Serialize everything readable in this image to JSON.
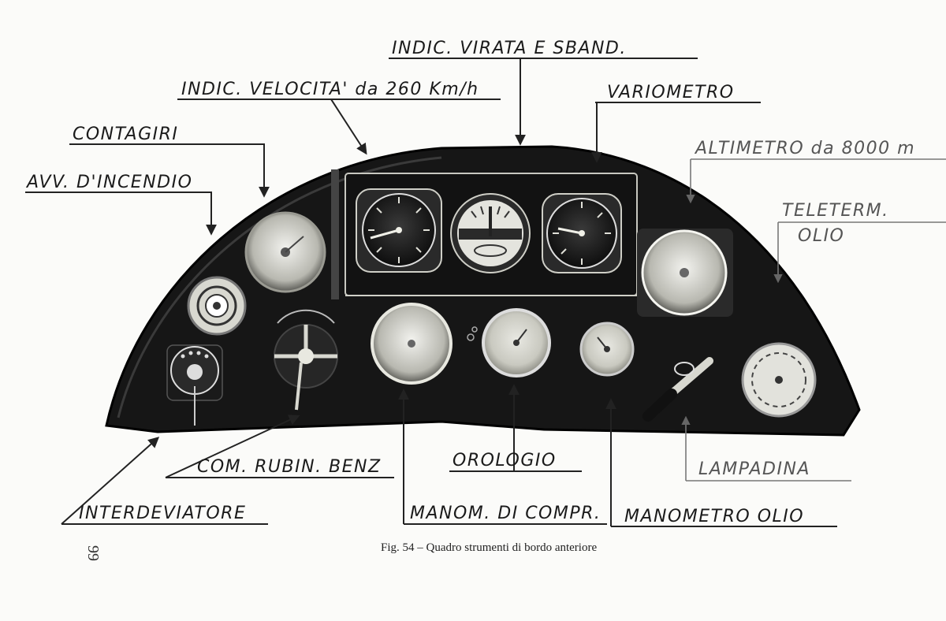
{
  "labels": {
    "indic_virata": "INDIC. VIRATA E SBAND.",
    "indic_velocita": "INDIC. VELOCITA' da 260 Km/h",
    "variometro": "VARIOMETRO",
    "contagiri": "CONTAGIRI",
    "altimetro": "ALTIMETRO da 8000 m",
    "avv_incendio": "AVV. D'INCENDIO",
    "teleterm": "TELETERM.",
    "teleterm_olio": "OLIO",
    "com_rubin": "COM. RUBIN. BENZ",
    "orologio": "OROLOGIO",
    "lampadina": "LAMPADINA",
    "interdeviatore": "INTERDEVIATORE",
    "manom_compr": "MANOM. DI COMPR.",
    "manometro_olio": "MANOMETRO OLIO"
  },
  "caption": "Fig. 54 – Quadro strumenti di bordo anteriore",
  "page_number": "99",
  "colors": {
    "panel": "#161616",
    "bezel": "#2c2c2c",
    "dial_face": "#d9d9d2",
    "ink": "#1a1a1a",
    "paper": "#fbfbf9"
  }
}
